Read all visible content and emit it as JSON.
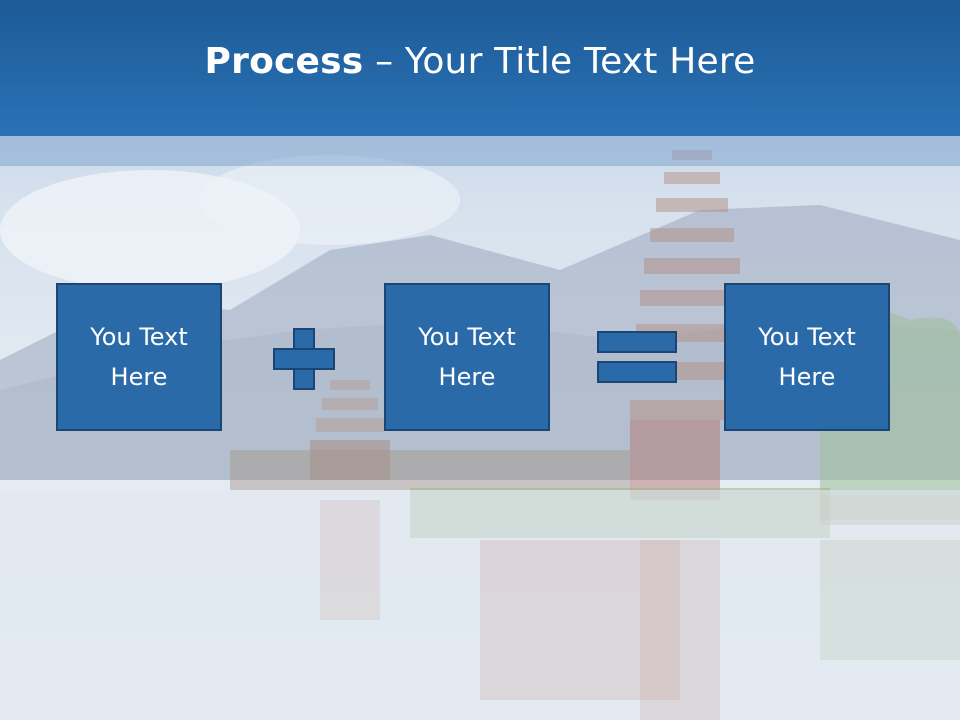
{
  "slide": {
    "title_bold": "Process",
    "title_rest": " – Your Title Text Here"
  },
  "boxes": [
    {
      "line1": "You Text",
      "line2": "Here"
    },
    {
      "line1": "You Text",
      "line2": "Here"
    },
    {
      "line1": "You Text",
      "line2": "Here"
    }
  ],
  "operators": [
    "plus-icon",
    "equals-icon"
  ],
  "colors": {
    "header": "#2a72b5",
    "box_fill": "#2a6aa9",
    "box_border": "#1b4673",
    "text": "#ffffff"
  }
}
